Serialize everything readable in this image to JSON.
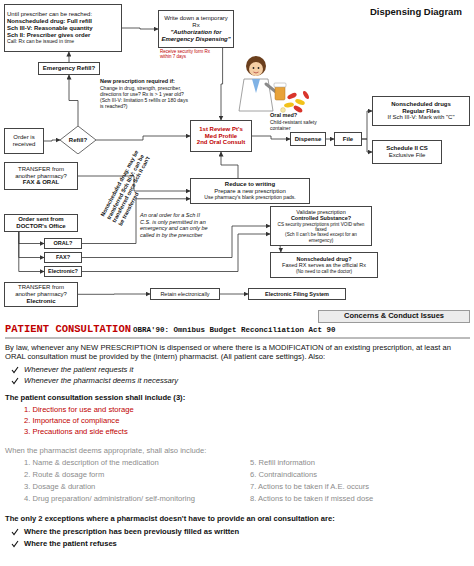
{
  "diagram": {
    "title": "Dispensing Diagram",
    "nodes": [
      {
        "text": [
          "Until prescriber can be reached:",
          "Nonscheduled drug: Full refill",
          "Sch III-V: Reasonable quantity",
          "Sch II: Prescriber gives order",
          "Call: Rx can be issued in time"
        ]
      },
      {
        "text": [
          "Write down a temporary Rx",
          "\"Authorization for Emergency Dispensing\""
        ]
      },
      {
        "text": [
          "Emergency Refill?"
        ]
      },
      {
        "text": [
          "Order is received"
        ]
      },
      {
        "text": [
          "Refill?"
        ]
      },
      {
        "text": [
          "1st Review Pt's Med Profile",
          "2nd Oral Consult"
        ]
      },
      {
        "text": [
          "Dispense"
        ]
      },
      {
        "text": [
          "File"
        ]
      },
      {
        "text": [
          "Nonscheduled drugs",
          "Regular Files",
          "If Sch III-V: Mark with \"C\""
        ]
      },
      {
        "text": [
          "Schedule II CS",
          "Exclusive File"
        ]
      },
      {
        "text": [
          "TRANSFER from another pharmacy?",
          "FAX & ORAL"
        ]
      },
      {
        "text": [
          "Reduce to writing",
          "Prepare a new prescription",
          "Use pharmacy's blank prescription pads."
        ]
      },
      {
        "text": [
          "Order sent from DOCTOR's Office"
        ]
      },
      {
        "text": [
          "ORAL?"
        ]
      },
      {
        "text": [
          "FAX?"
        ]
      },
      {
        "text": [
          "Electronic?"
        ]
      },
      {
        "text": [
          "Validate prescription",
          "Controlled Substance?",
          "CS security prescriptions print VOID when faxed",
          "(Sch II can't be faxed except for an emergency)"
        ]
      },
      {
        "text": [
          "Nonscheduled drug?",
          "Faxed RX serves as the official Rx",
          "(No need to call the doctor)"
        ]
      },
      {
        "text": [
          "TRANSFER from another pharmacy?",
          "Electronic"
        ]
      },
      {
        "text": [
          "Retain electronically"
        ]
      },
      {
        "text": [
          "Electronic Filing System"
        ]
      },
      {
        "text": [
          "Concerns & Conduct Issues"
        ]
      }
    ],
    "edges": [
      {
        "from": 3,
        "to": 4,
        "arrow": "to"
      },
      {
        "from": 4,
        "to": 2,
        "arrow": "to"
      },
      {
        "from": 2,
        "to": 0,
        "arrow": "to"
      },
      {
        "from": 0,
        "to": 1,
        "arrow": "to"
      },
      {
        "from": 1,
        "to": 5,
        "arrow": "to"
      },
      {
        "from": 4,
        "to": 5,
        "arrow": "to"
      },
      {
        "from": 5,
        "to": 6,
        "arrow": "to"
      },
      {
        "from": 6,
        "to": 7,
        "arrow": "to"
      },
      {
        "from": 7,
        "to": 8,
        "arrow": "to"
      },
      {
        "from": 7,
        "to": 9,
        "arrow": "to"
      },
      {
        "from": 10,
        "to": 11,
        "arrow": "to"
      },
      {
        "from": 11,
        "to": 5,
        "arrow": "to"
      },
      {
        "from": 12,
        "to": 13,
        "arrow": "to"
      },
      {
        "from": 12,
        "to": 14,
        "arrow": "to"
      },
      {
        "from": 12,
        "to": 15,
        "arrow": "to"
      },
      {
        "from": 13,
        "to": 11,
        "arrow": "to"
      },
      {
        "from": 14,
        "to": 16,
        "arrow": "to"
      },
      {
        "from": 15,
        "to": 16,
        "arrow": "to"
      },
      {
        "from": 16,
        "to": 17,
        "arrow": "to"
      },
      {
        "from": 18,
        "to": 19,
        "arrow": "to"
      },
      {
        "from": 19,
        "to": 20,
        "arrow": "to"
      }
    ],
    "labels": [
      "Receive security form Rx within 7 days",
      "New prescription required if:",
      "Change in drug, strength, prescriber, directions for use? Rx is > 1 year old? (Sch III-V: limitation 5 refills or 180 days is reached?)",
      "Oral med?",
      "Child-resistant safety container",
      "Nonscheduled drug: may be transferred Sch III-V: can be transferred once Sch II can't be transferred",
      "An oral order for a Sch II C.S. is only permitted in an emergency and can only be called in by the prescriber",
      "PATIENT CONSULTATION",
      "OBRA'90: Omnibus Budget Reconciliation Act 90",
      "By law, whenever any NEW PRESCRIPTION is dispensed or where there is a MODIFICATION of an existing prescription, at least an ORAL consultation must be provided by the (intern) pharmacist. (All patient care settings). Also:",
      "Whenever the patient requests it",
      "Whenever the pharmacist deems it necessary",
      "The patient consultation session shall include (3):",
      "1. Directions for use and storage",
      "2. Importance of compliance",
      "3. Precautions and side effects",
      "When the pharmacist deems appropriate, shall also include:",
      "1. Name & description of the medication",
      "2. Route & dosage form",
      "3. Dosage & duration",
      "4. Drug preparation/ administration/ self-monitoring",
      "5. Refill information",
      "6. Contraindications",
      "7. Actions to be taken if A.E. occurs",
      "8. Actions to be taken if missed dose",
      "The only 2 exceptions where a pharmacist doesn't have to provide an oral consultation are:",
      "Where the prescription has been previously filled as written",
      "Where the patient refuses"
    ]
  }
}
